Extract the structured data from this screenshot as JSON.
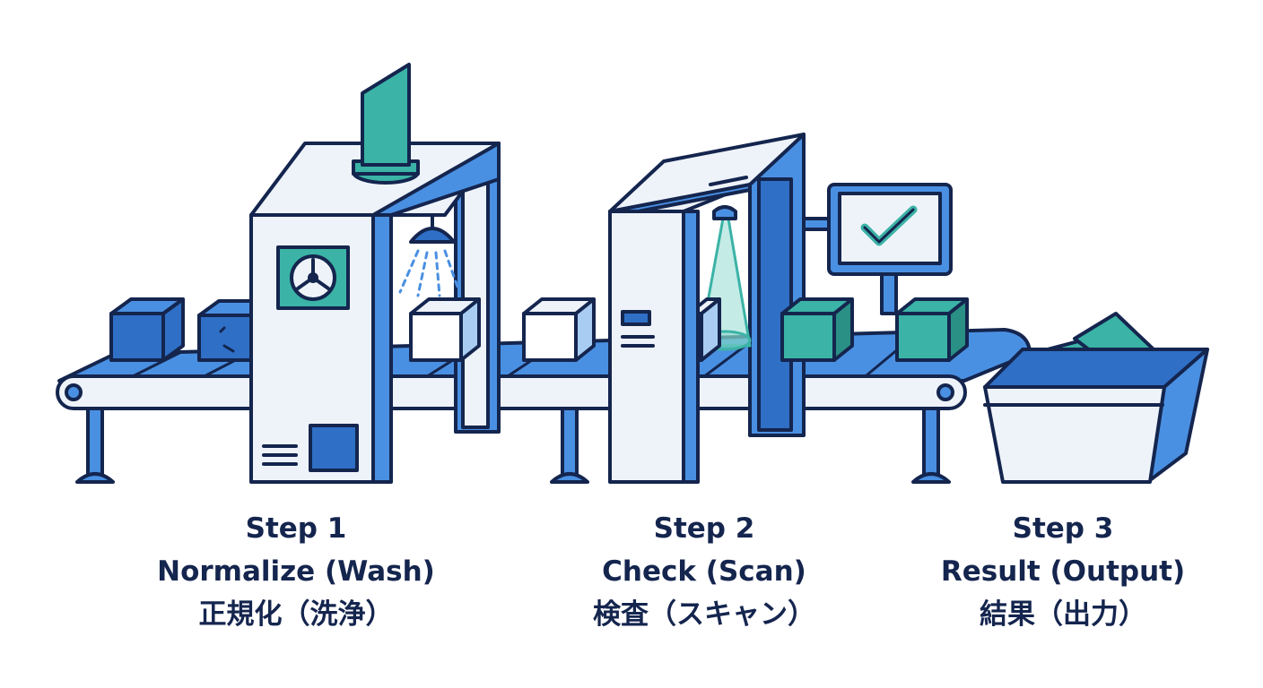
{
  "colors": {
    "outline": "#14254e",
    "blue": "#4a90e2",
    "deep_blue": "#2f6fc6",
    "light_blue": "#a9cdf2",
    "panel": "#eef3fa",
    "teal": "#3bb3a6",
    "text": "#14254e"
  },
  "steps": [
    {
      "title": "Step 1",
      "subtitle": "Normalize (Wash)",
      "japanese": "正規化（洗浄）"
    },
    {
      "title": "Step 2",
      "subtitle": "Check (Scan)",
      "japanese": "検査（スキャン）"
    },
    {
      "title": "Step 3",
      "subtitle": "Result (Output)",
      "japanese": "結果（出力）"
    }
  ],
  "icons": {
    "wash_machine": "fan-icon",
    "scanner_light": "scan-light-icon",
    "monitor": "checkmark-icon",
    "output": "bin-icon"
  }
}
